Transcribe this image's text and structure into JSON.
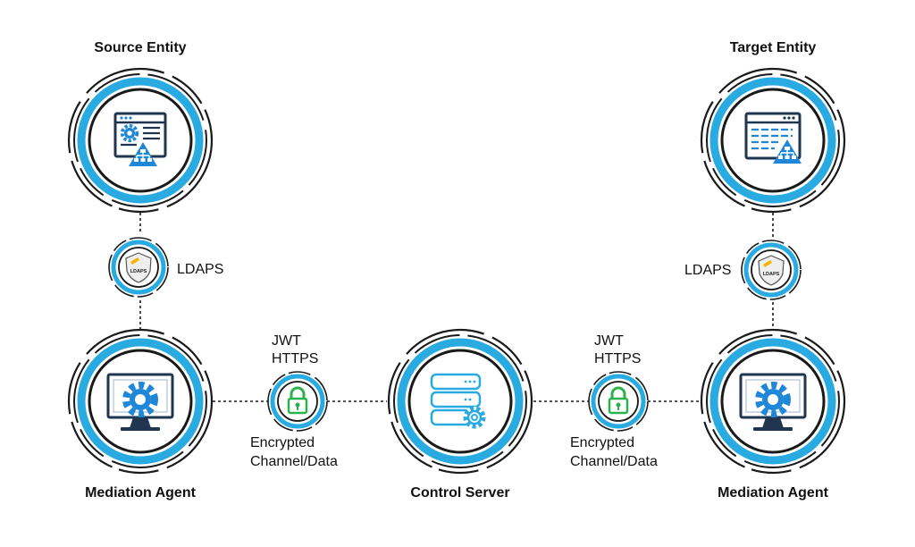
{
  "colors": {
    "accent": "#29abe2",
    "ring_dark": "#1a1a1a",
    "icon_blue": "#1f87d8",
    "icon_dark": "#1f3550",
    "lock_green": "#2bb24c"
  },
  "nodes": {
    "source_entity": {
      "label": "Source Entity",
      "icon": "app-window-icon"
    },
    "target_entity": {
      "label": "Target Entity",
      "icon": "directory-list-icon"
    },
    "agent_left": {
      "label": "Mediation Agent",
      "icon": "monitor-gear-icon"
    },
    "agent_right": {
      "label": "Mediation Agent",
      "icon": "monitor-gear-icon"
    },
    "control_server": {
      "label": "Control Server",
      "icon": "server-gear-icon"
    }
  },
  "ldaps": {
    "left": {
      "label": "LDAPS",
      "badge": "LDAPS"
    },
    "right": {
      "label": "LDAPS",
      "badge": "LDAPS"
    }
  },
  "links": {
    "left": {
      "protocol_1": "JWT",
      "protocol_2": "HTTPS",
      "desc_1": "Encrypted",
      "desc_2": "Channel/Data",
      "icon": "lock-icon"
    },
    "right": {
      "protocol_1": "JWT",
      "protocol_2": "HTTPS",
      "desc_1": "Encrypted",
      "desc_2": "Channel/Data",
      "icon": "lock-icon"
    }
  }
}
